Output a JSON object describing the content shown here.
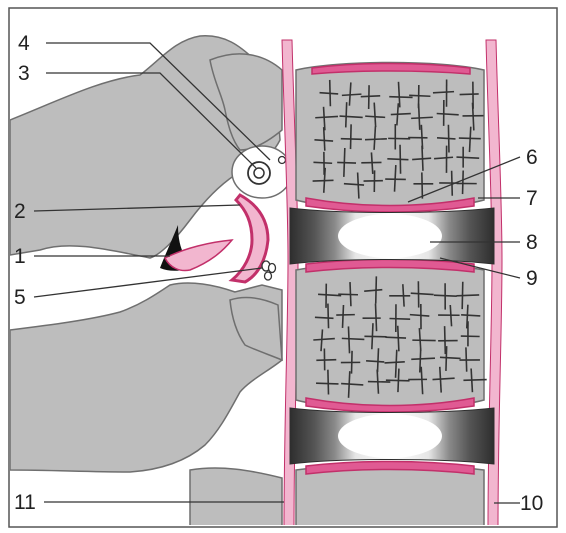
{
  "diagram": {
    "labels": [
      {
        "key": "l4",
        "text": "4"
      },
      {
        "key": "l3",
        "text": "3"
      },
      {
        "key": "l2",
        "text": "2"
      },
      {
        "key": "l1",
        "text": "1"
      },
      {
        "key": "l5",
        "text": "5"
      },
      {
        "key": "l11",
        "text": "11"
      },
      {
        "key": "l6",
        "text": "6"
      },
      {
        "key": "l7",
        "text": "7"
      },
      {
        "key": "l8",
        "text": "8"
      },
      {
        "key": "l9",
        "text": "9"
      },
      {
        "key": "l10",
        "text": "10"
      }
    ],
    "colors": {
      "bone": "#bdbdbd",
      "bone_edge": "#6f6f6f",
      "ligament_pink": "#f2b6cf",
      "endplate_magenta": "#c2306a",
      "annulus_dark": "#3a3a3a",
      "nucleus_light": "#f4f4f4",
      "trabecula": "#333333"
    }
  }
}
